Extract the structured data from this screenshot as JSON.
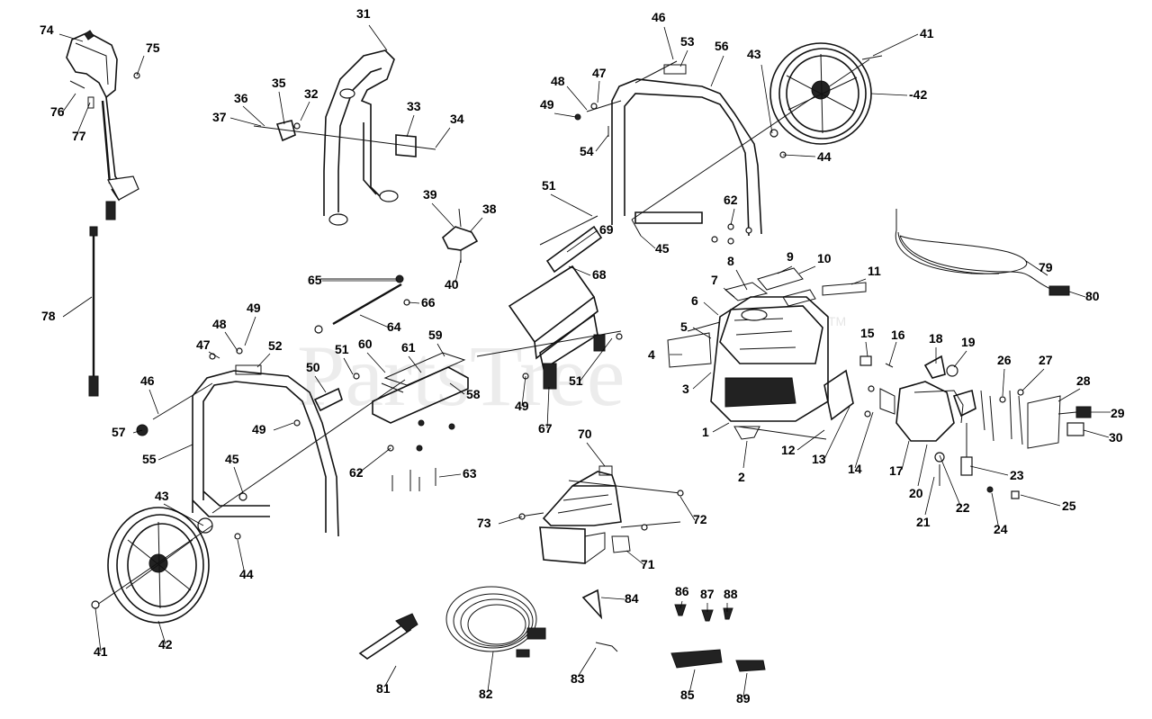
{
  "watermark": {
    "text": "PartsTree",
    "trademark": "TM"
  },
  "part_labels": [
    {
      "name": "74"
    },
    {
      "name": "75"
    },
    {
      "name": "76"
    },
    {
      "name": "77"
    },
    {
      "name": "78"
    },
    {
      "name": "31"
    },
    {
      "name": "35"
    },
    {
      "name": "32"
    },
    {
      "name": "36"
    },
    {
      "name": "37"
    },
    {
      "name": "33"
    },
    {
      "name": "34"
    },
    {
      "name": "39"
    },
    {
      "name": "38"
    },
    {
      "name": "40"
    },
    {
      "name": "46"
    },
    {
      "name": "53"
    },
    {
      "name": "56"
    },
    {
      "name": "47"
    },
    {
      "name": "48"
    },
    {
      "name": "49"
    },
    {
      "name": "54"
    },
    {
      "name": "43"
    },
    {
      "name": "41"
    },
    {
      "name": "-42"
    },
    {
      "name": "44"
    },
    {
      "name": "62"
    },
    {
      "name": "45"
    },
    {
      "name": "51"
    },
    {
      "name": "69"
    },
    {
      "name": "68"
    },
    {
      "name": "65"
    },
    {
      "name": "66"
    },
    {
      "name": "64"
    },
    {
      "name": "49"
    },
    {
      "name": "48"
    },
    {
      "name": "47"
    },
    {
      "name": "52"
    },
    {
      "name": "51"
    },
    {
      "name": "60"
    },
    {
      "name": "61"
    },
    {
      "name": "59"
    },
    {
      "name": "50"
    },
    {
      "name": "46"
    },
    {
      "name": "57"
    },
    {
      "name": "49"
    },
    {
      "name": "55"
    },
    {
      "name": "58"
    },
    {
      "name": "62"
    },
    {
      "name": "63"
    },
    {
      "name": "49"
    },
    {
      "name": "67"
    },
    {
      "name": "51"
    },
    {
      "name": "8"
    },
    {
      "name": "9"
    },
    {
      "name": "10"
    },
    {
      "name": "7"
    },
    {
      "name": "11"
    },
    {
      "name": "6"
    },
    {
      "name": "5"
    },
    {
      "name": "4"
    },
    {
      "name": "3"
    },
    {
      "name": "1"
    },
    {
      "name": "2"
    },
    {
      "name": "12"
    },
    {
      "name": "13"
    },
    {
      "name": "14"
    },
    {
      "name": "15"
    },
    {
      "name": "16"
    },
    {
      "name": "18"
    },
    {
      "name": "19"
    },
    {
      "name": "17"
    },
    {
      "name": "20"
    },
    {
      "name": "21"
    },
    {
      "name": "22"
    },
    {
      "name": "23"
    },
    {
      "name": "24"
    },
    {
      "name": "25"
    },
    {
      "name": "26"
    },
    {
      "name": "27"
    },
    {
      "name": "28"
    },
    {
      "name": "29"
    },
    {
      "name": "30"
    },
    {
      "name": "79"
    },
    {
      "name": "80"
    },
    {
      "name": "45"
    },
    {
      "name": "43"
    },
    {
      "name": "44"
    },
    {
      "name": "41"
    },
    {
      "name": "42"
    },
    {
      "name": "70"
    },
    {
      "name": "73"
    },
    {
      "name": "72"
    },
    {
      "name": "71"
    },
    {
      "name": "84"
    },
    {
      "name": "81"
    },
    {
      "name": "82"
    },
    {
      "name": "83"
    },
    {
      "name": "86"
    },
    {
      "name": "87"
    },
    {
      "name": "88"
    },
    {
      "name": "85"
    },
    {
      "name": "89"
    }
  ]
}
